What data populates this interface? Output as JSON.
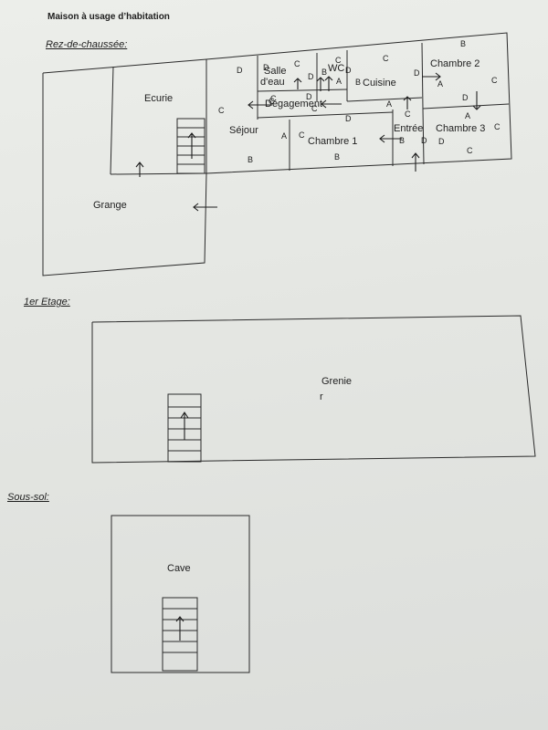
{
  "document": {
    "title": "Maison à usage d’habitation",
    "sections": {
      "ground": "Rez-de-chaussée:",
      "first": "1er Etage:",
      "basement": "Sous-sol:"
    }
  },
  "ground_floor": {
    "rooms": {
      "ecurie": "Ecurie",
      "grange": "Grange",
      "sejour": "Séjour",
      "salle_eau_1": "Salle",
      "salle_eau_2": "d'eau",
      "wc": "WC",
      "cuisine": "Cuisine",
      "chambre2": "Chambre 2",
      "degagement": "Dégagement",
      "chambre1": "Chambre 1",
      "entree": "Entrée",
      "chambre3": "Chambre 3"
    },
    "wall_labels": [
      "D",
      "C",
      "C",
      "D",
      "B",
      "C",
      "D",
      "C",
      "C",
      "D",
      "A",
      "B",
      "D",
      "A",
      "B",
      "C",
      "D",
      "D",
      "A",
      "C",
      "A",
      "C",
      "A",
      "D",
      "C",
      "C",
      "B",
      "D",
      "D",
      "C",
      "B",
      "B",
      "C"
    ]
  },
  "first_floor": {
    "rooms": {
      "grenier_1": "Grenie",
      "grenier_2": "r"
    }
  },
  "basement": {
    "rooms": {
      "cave": "Cave"
    }
  }
}
